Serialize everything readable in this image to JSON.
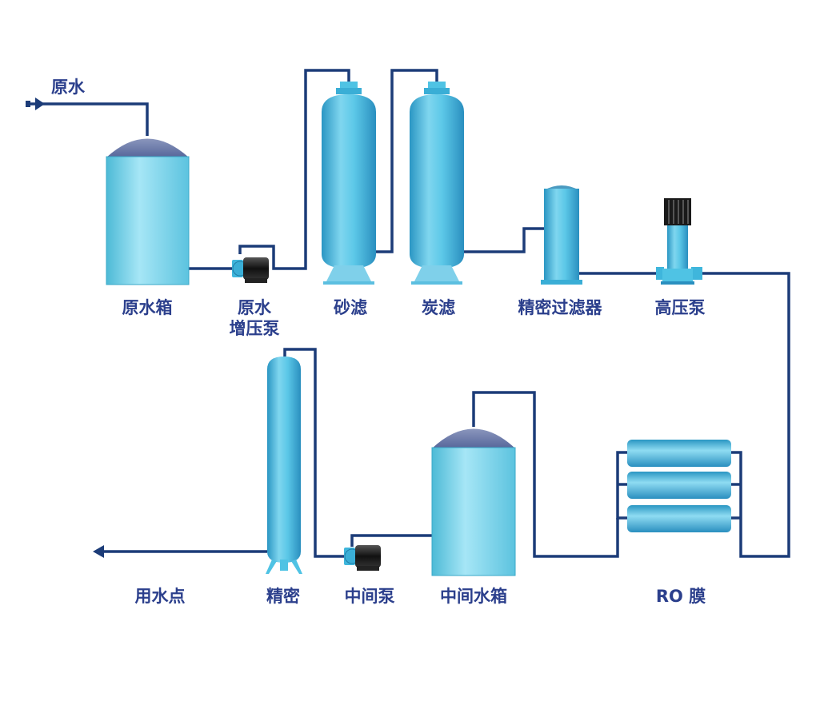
{
  "labels": {
    "raw_water_in": "原水",
    "raw_tank": "原水箱",
    "raw_pump_line1": "原水",
    "raw_pump_line2": "增压泵",
    "sand_filter": "砂滤",
    "carbon_filter": "炭滤",
    "precision_filter": "精密过滤器",
    "high_pressure_pump": "高压泵",
    "ro_membrane": "RO 膜",
    "intermediate_tank": "中间水箱",
    "intermediate_pump": "中间泵",
    "polish_filter": "精密",
    "point_of_use": "用水点"
  },
  "colors": {
    "pipe": "#1c3c78",
    "vessel_light": "#a6e6f6",
    "vessel_mid": "#4fc3e4",
    "vessel_dark": "#2a96c3",
    "dome": "#6c7fa8",
    "pump_body": "#1a1a1a",
    "label_text": "#2b3f8c"
  }
}
